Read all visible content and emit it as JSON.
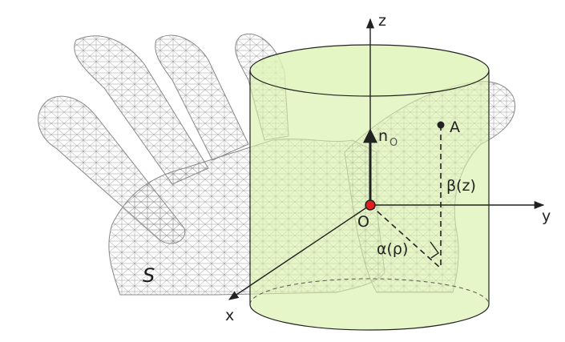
{
  "labels": {
    "surface": "S",
    "origin": "O",
    "normal": "n",
    "normal_sub": "O",
    "point": "A",
    "beta": "β(z)",
    "alpha": "α(ρ)",
    "axis_x": "x",
    "axis_y": "y",
    "axis_z": "z"
  },
  "colors": {
    "cylinder_fill": "#d6f0a8",
    "cylinder_stroke": "#222222",
    "mesh": "#8a8a8a",
    "origin_point": "#e31c1c",
    "axes": "#222222"
  }
}
